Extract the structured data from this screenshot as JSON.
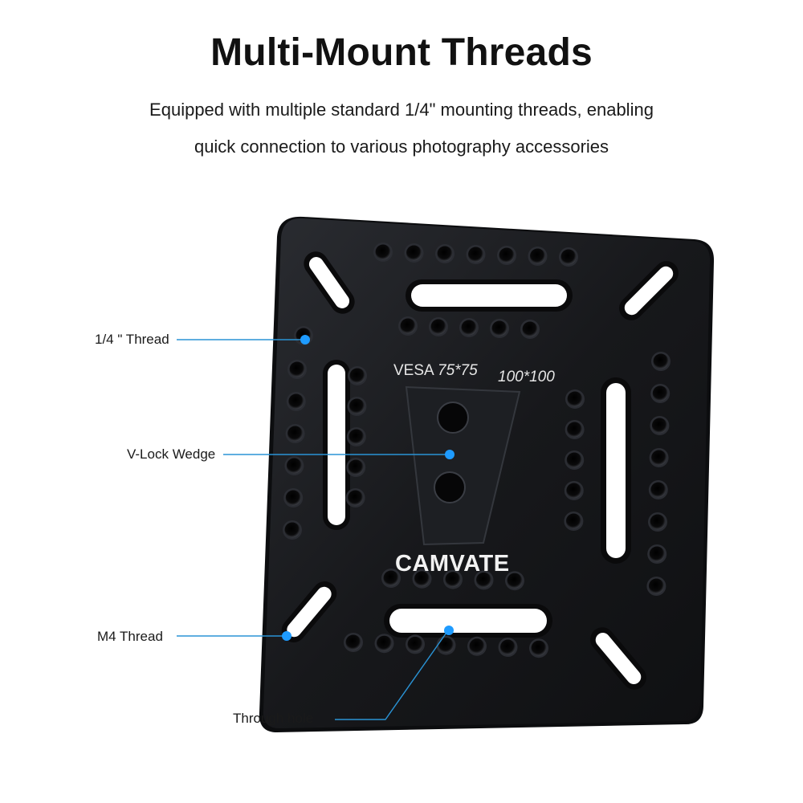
{
  "header": {
    "title": "Multi-Mount Threads",
    "description_line1": "Equipped with multiple standard 1/4\" mounting threads, enabling",
    "description_line2": "quick connection to various photography accessories"
  },
  "product": {
    "brand": "CAMVATE",
    "engravings": [
      "VESA",
      "75*75",
      "100*100"
    ],
    "plate_color": "#17181b",
    "hole_color": "#0a0a0b",
    "slot_fill_color": "#ffffff"
  },
  "callouts": [
    {
      "label": "1/4 \" Thread"
    },
    {
      "label": "V-Lock Wedge"
    },
    {
      "label": "M4 Thread"
    },
    {
      "label": "Through hole"
    }
  ],
  "colors": {
    "callout_line": "#2a93d5",
    "callout_dot": "#1e9bff"
  }
}
